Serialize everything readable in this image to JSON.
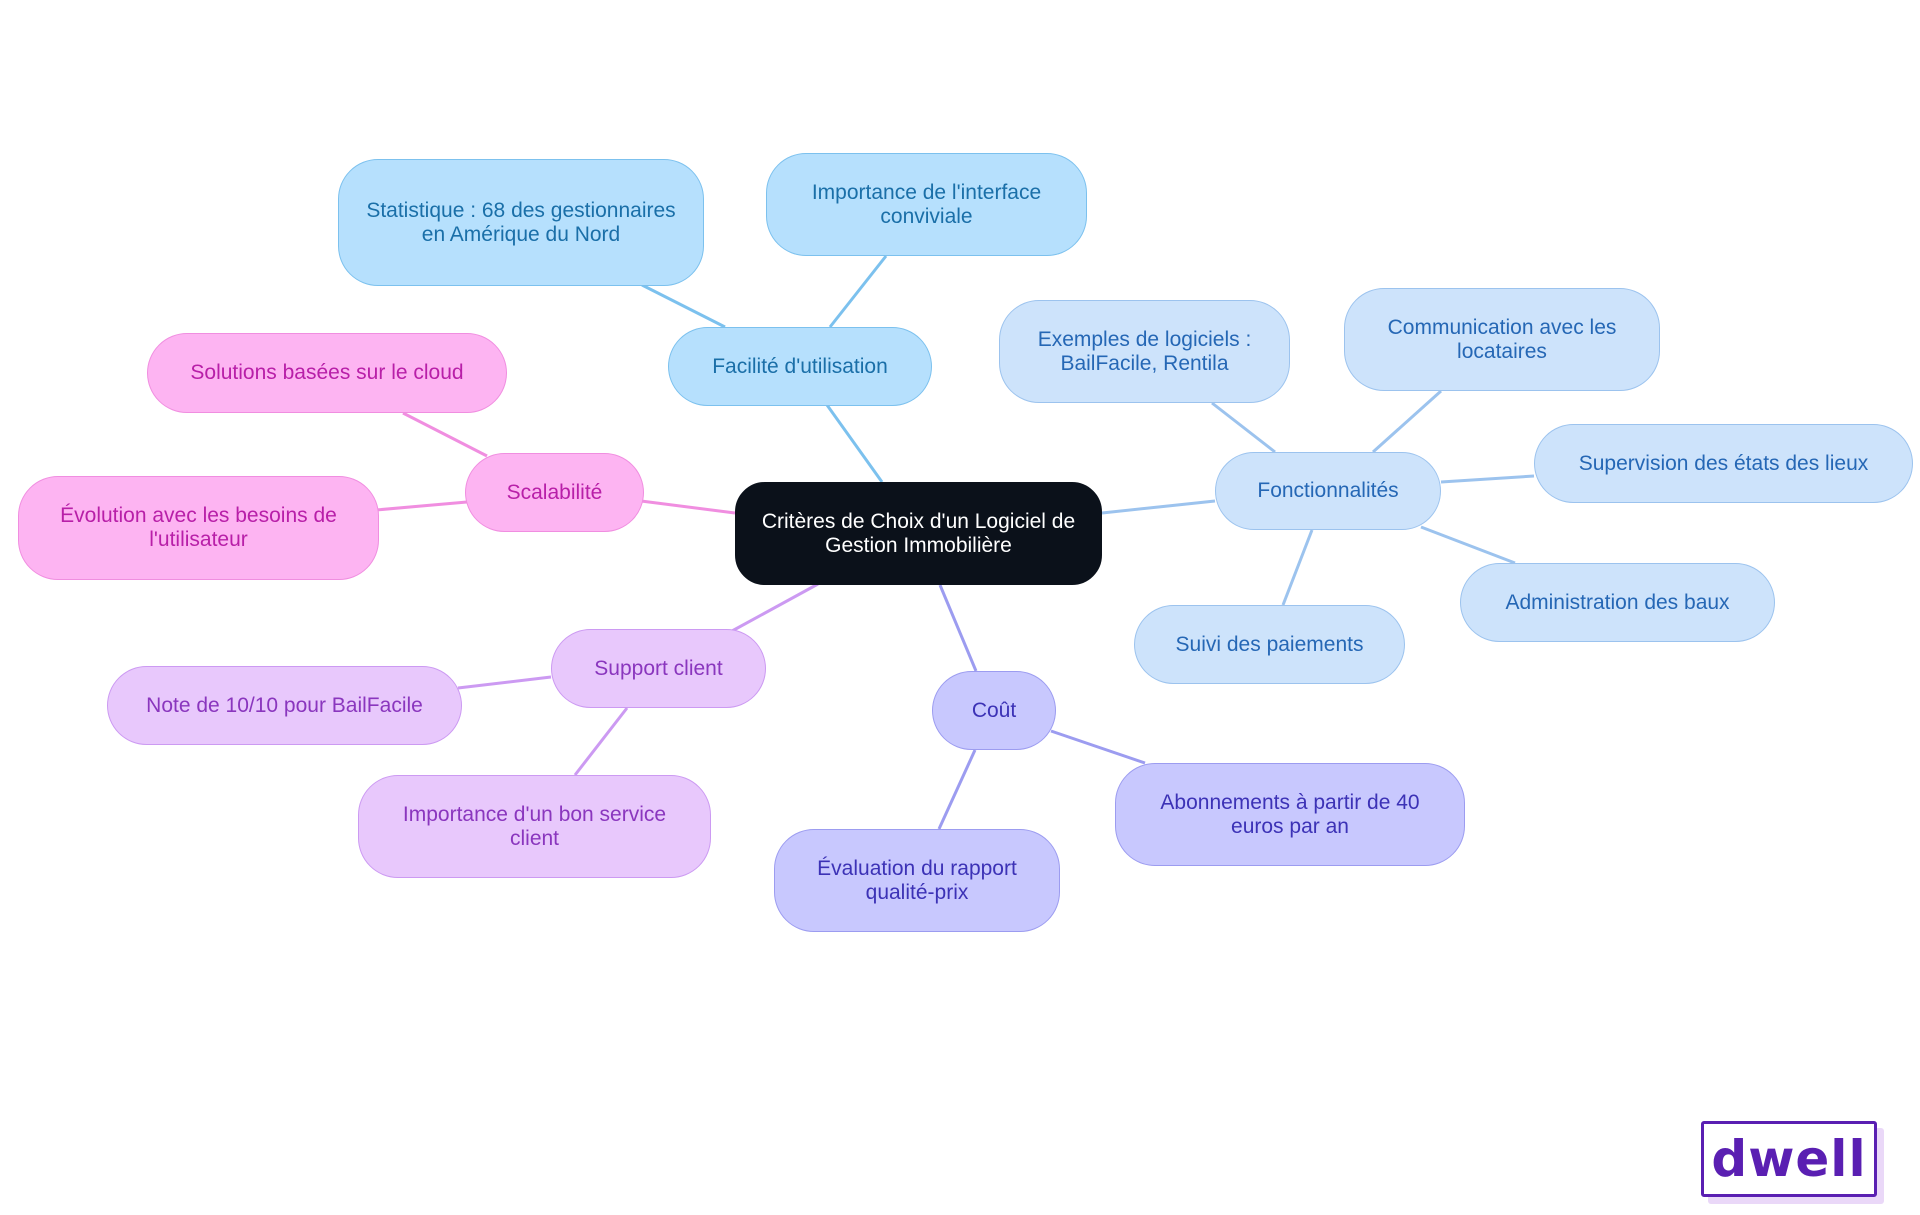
{
  "mindmap": {
    "root": "Critères de Choix d'un Logiciel de Gestion Immobilière",
    "branches": [
      {
        "label": "Facilité d'utilisation",
        "color": "#7cc1ee",
        "children": [
          "Statistique : 68 des gestionnaires en Amérique du Nord",
          "Importance de l'interface conviviale"
        ]
      },
      {
        "label": "Fonctionnalités",
        "color": "#9cc3ee",
        "children": [
          "Exemples de logiciels : BailFacile, Rentila",
          "Communication avec les locataires",
          "Supervision des états des lieux",
          "Administration des baux",
          "Suivi des paiements"
        ]
      },
      {
        "label": "Coût",
        "color": "#9c9cf0",
        "children": [
          "Abonnements à partir de 40 euros par an",
          "Évaluation du rapport qualité-prix"
        ]
      },
      {
        "label": "Support client",
        "color": "#cc9af2",
        "children": [
          "Note de 10/10 pour BailFacile",
          "Importance d'un bon service client"
        ]
      },
      {
        "label": "Scalabilité",
        "color": "#f08ee0",
        "children": [
          "Solutions basées sur le cloud",
          "Évolution avec les besoins de l'utilisateur"
        ]
      }
    ]
  },
  "logo": {
    "text": "dwell",
    "color": "#5a1fb2"
  }
}
